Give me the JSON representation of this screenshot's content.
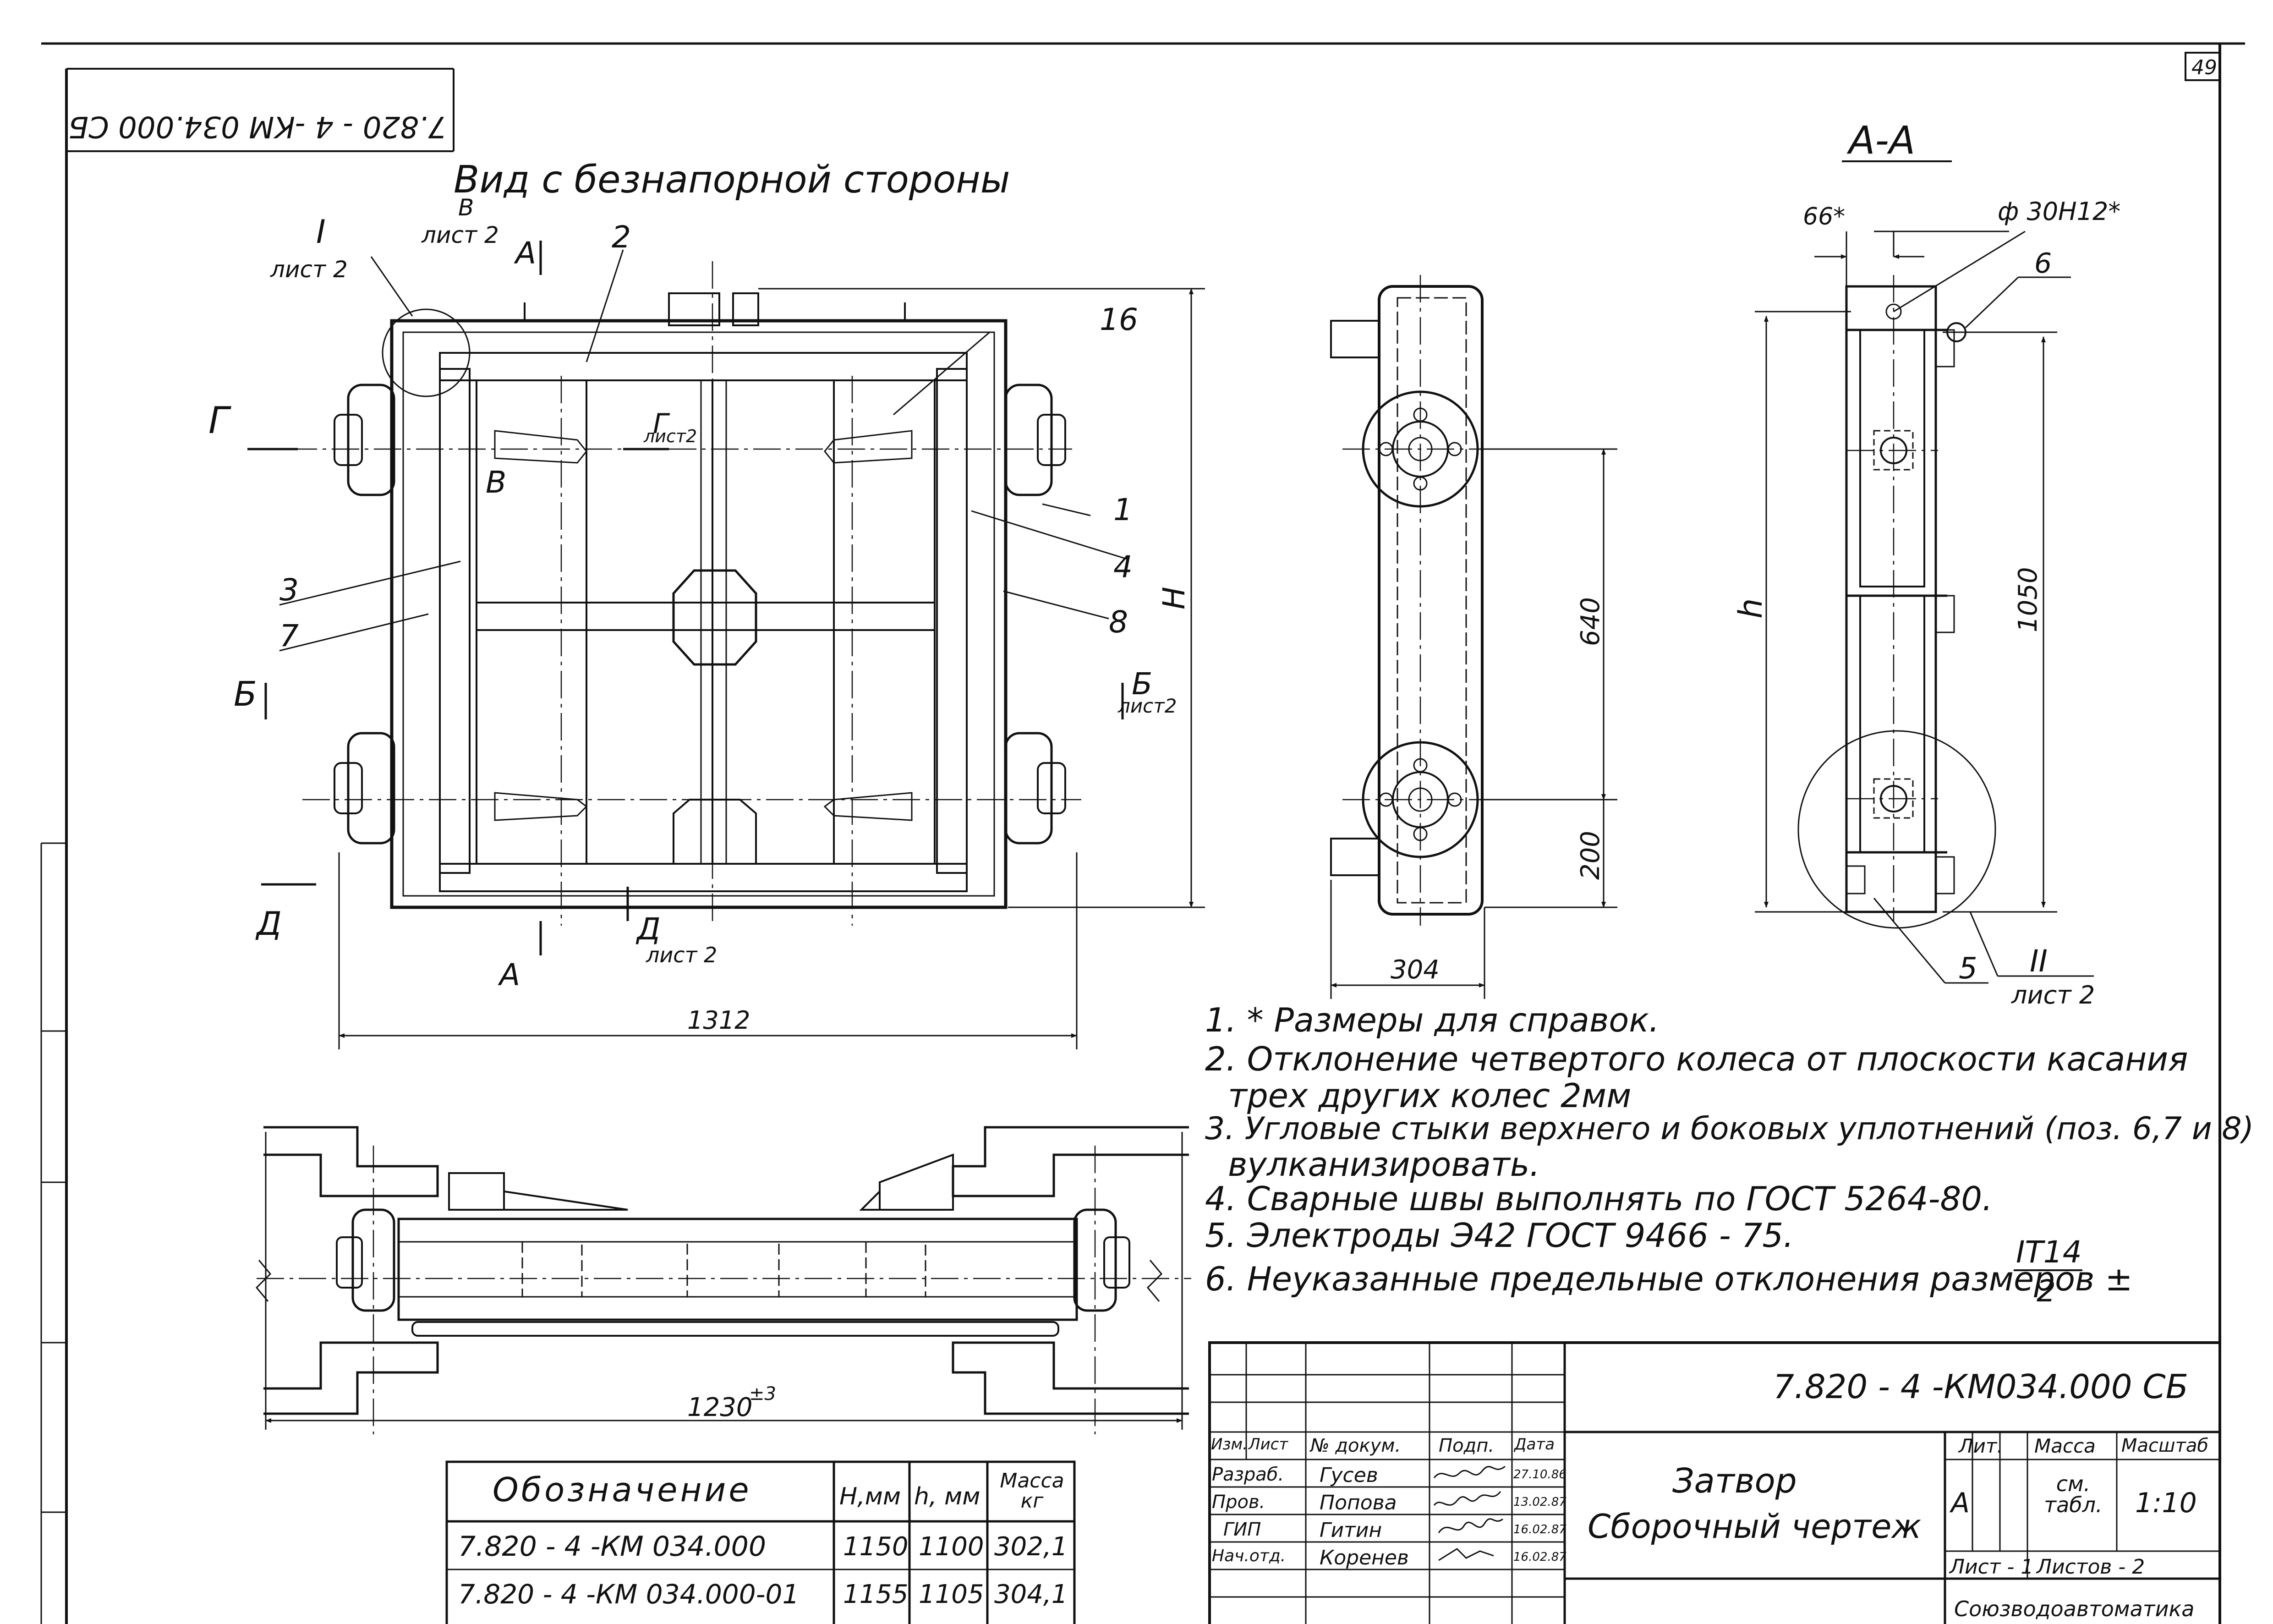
{
  "sheet": {
    "page_number": "49",
    "stamp_rotated": "7.820 - 4 -КМ 034.000 СБ"
  },
  "front_view": {
    "title": "Вид с безнапорной стороны",
    "ref_I": "I",
    "ref_I_sheet": "лист 2",
    "ref_V": "В",
    "ref_V_sheet": "лист 2",
    "cut_A": "А",
    "cut_G": "Г",
    "cut_G_sheet": "лист2",
    "cut_B": "Б",
    "cut_B_sheet": "лист2",
    "cut_D": "Д",
    "cut_D_sheet": "лист 2",
    "label_V": "В",
    "pos": [
      "2",
      "16",
      "1",
      "4",
      "8",
      "3",
      "7"
    ],
    "dim_width": "1312",
    "dim_height": "H"
  },
  "side_view": {
    "dim_640": "640",
    "dim_200": "200",
    "dim_304": "304"
  },
  "section_aa": {
    "title": "А-А",
    "dim_66": "66*",
    "dim_phi": "ф 30Н12*",
    "pos_6": "6",
    "dim_h": "h",
    "dim_1050": "1050",
    "pos_5": "5",
    "ref_II": "II",
    "ref_II_sheet": "лист 2"
  },
  "plan_view": {
    "dim_1230": "1230",
    "dim_1230_tol": "±3"
  },
  "notes": [
    "1. * Размеры для справок.",
    "2. Отклонение четвертого колеса от плоскости касания",
    "трех других колес 2мм",
    "3. Угловые стыки верхнего и боковых уплотнений (поз. 6,7 и 8)",
    "вулканизировать.",
    "4. Сварные швы выполнять по  ГОСТ 5264-80.",
    "5. Электроды Э42  ГОСТ 9466 - 75.",
    "6. Неуказанные предельные отклонения размеров ± ",
    "IТ14",
    "2"
  ],
  "variants_table": {
    "headers": [
      "Обозначение",
      "H,мм",
      "h, мм",
      "Масса кг"
    ],
    "rows": [
      [
        "7.820 - 4 -КМ 034.000",
        "1150",
        "1100",
        "302,1"
      ],
      [
        "7.820 - 4 -КМ 034.000-01",
        "1155",
        "1105",
        "304,1"
      ]
    ]
  },
  "title_block": {
    "designation": "7.820 - 4 -КМ034.000 СБ",
    "name_line1": "Затвор",
    "name_line2": "Сборочный чертеж",
    "col_headers": [
      "Изм.",
      "Лист",
      "№ докум.",
      "Подп.",
      "Дата"
    ],
    "rows": [
      [
        "Разраб.",
        "Гусев",
        "27.10.86"
      ],
      [
        "Пров.",
        "Попова",
        "13.02.87"
      ],
      [
        "ГИП",
        "Гитин",
        "16.02.87"
      ],
      [
        "Нач.отд.",
        "Коренев",
        "16.02.87"
      ]
    ],
    "lit_header": "Лит.",
    "mass_header": "Масса",
    "scale_header": "Масштаб",
    "lit_value": "А",
    "mass_value": "см. табл.",
    "scale_value": "1:10",
    "sheet_label": "Лист - 1",
    "sheets_label": "Листов - 2",
    "org": "Союзводоавтоматика"
  }
}
